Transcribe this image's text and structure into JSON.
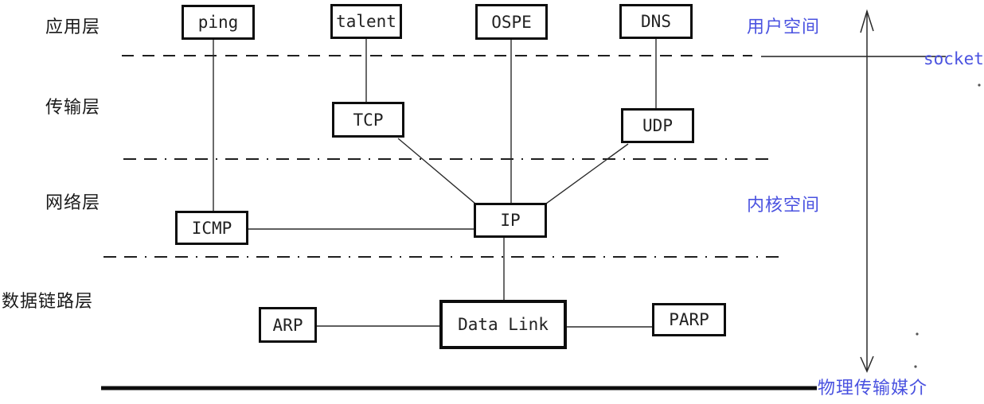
{
  "layer_labels": {
    "application": "应用层",
    "transport": "传输层",
    "network": "网络层",
    "datalink": "数据链路层"
  },
  "nodes": {
    "ping": "ping",
    "talent": "talent",
    "ospe": "OSPE",
    "dns": "DNS",
    "tcp": "TCP",
    "udp": "UDP",
    "icmp": "ICMP",
    "ip": "IP",
    "arp": "ARP",
    "data_link": "Data Link",
    "parp": "PARP"
  },
  "annotations": {
    "user_space": "用户空间",
    "socket": "socket",
    "kernel_space": "内核空间",
    "physical_medium": "物理传输媒介"
  },
  "colors": {
    "annotation_blue": "#4a52e0",
    "ink": "#0d0d0d"
  }
}
